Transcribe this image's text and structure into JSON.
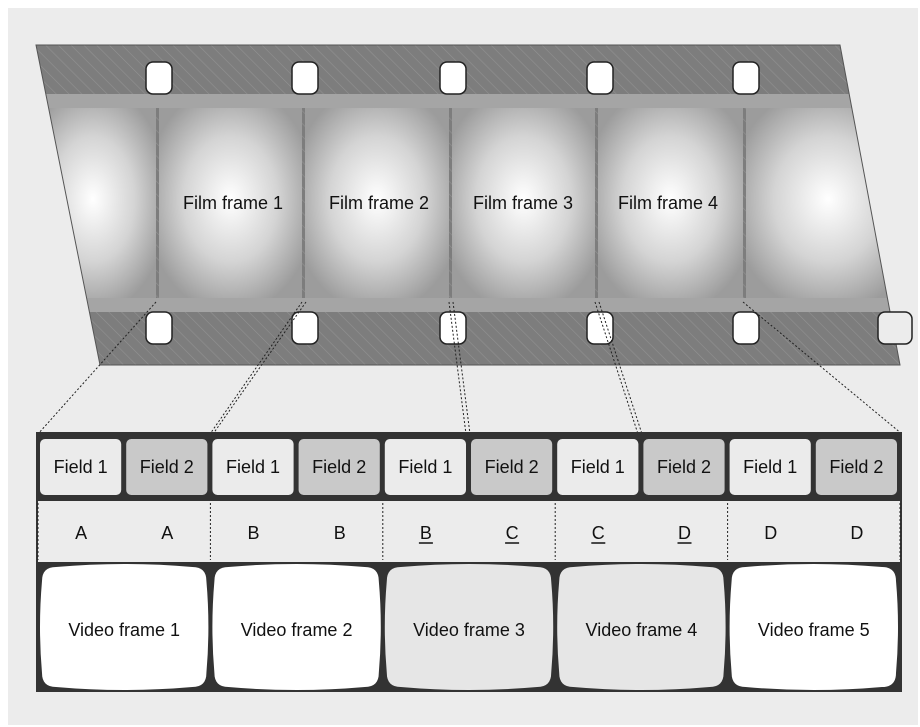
{
  "film_frames": [
    "Film frame 1",
    "Film frame 2",
    "Film frame 3",
    "Film frame 4"
  ],
  "video_frames": [
    {
      "label": "Video frame 1",
      "fields": [
        {
          "label": "Field 1",
          "letter": "A",
          "underline": false
        },
        {
          "label": "Field 2",
          "letter": "A",
          "underline": false
        }
      ],
      "highlight": false
    },
    {
      "label": "Video frame 2",
      "fields": [
        {
          "label": "Field 1",
          "letter": "B",
          "underline": false
        },
        {
          "label": "Field 2",
          "letter": "B",
          "underline": false
        }
      ],
      "highlight": false
    },
    {
      "label": "Video frame 3",
      "fields": [
        {
          "label": "Field 1",
          "letter": "B",
          "underline": true
        },
        {
          "label": "Field 2",
          "letter": "C",
          "underline": true
        }
      ],
      "highlight": true
    },
    {
      "label": "Video frame 4",
      "fields": [
        {
          "label": "Field 1",
          "letter": "C",
          "underline": true
        },
        {
          "label": "Field 2",
          "letter": "D",
          "underline": true
        }
      ],
      "highlight": true
    },
    {
      "label": "Video frame 5",
      "fields": [
        {
          "label": "Field 1",
          "letter": "D",
          "underline": false
        },
        {
          "label": "Field 2",
          "letter": "D",
          "underline": false
        }
      ],
      "highlight": false
    }
  ],
  "colors": {
    "panel_bg": "#ececec",
    "film_dark": "#7d7d7d",
    "film_band": "#a5a5a5",
    "field1_fill": "#ebebeb",
    "field2_fill": "#c9c9c9",
    "video_frame_fill": "#ffffff",
    "video_frame_highlight": "#e6e6e6",
    "strip_dark": "#333333"
  }
}
